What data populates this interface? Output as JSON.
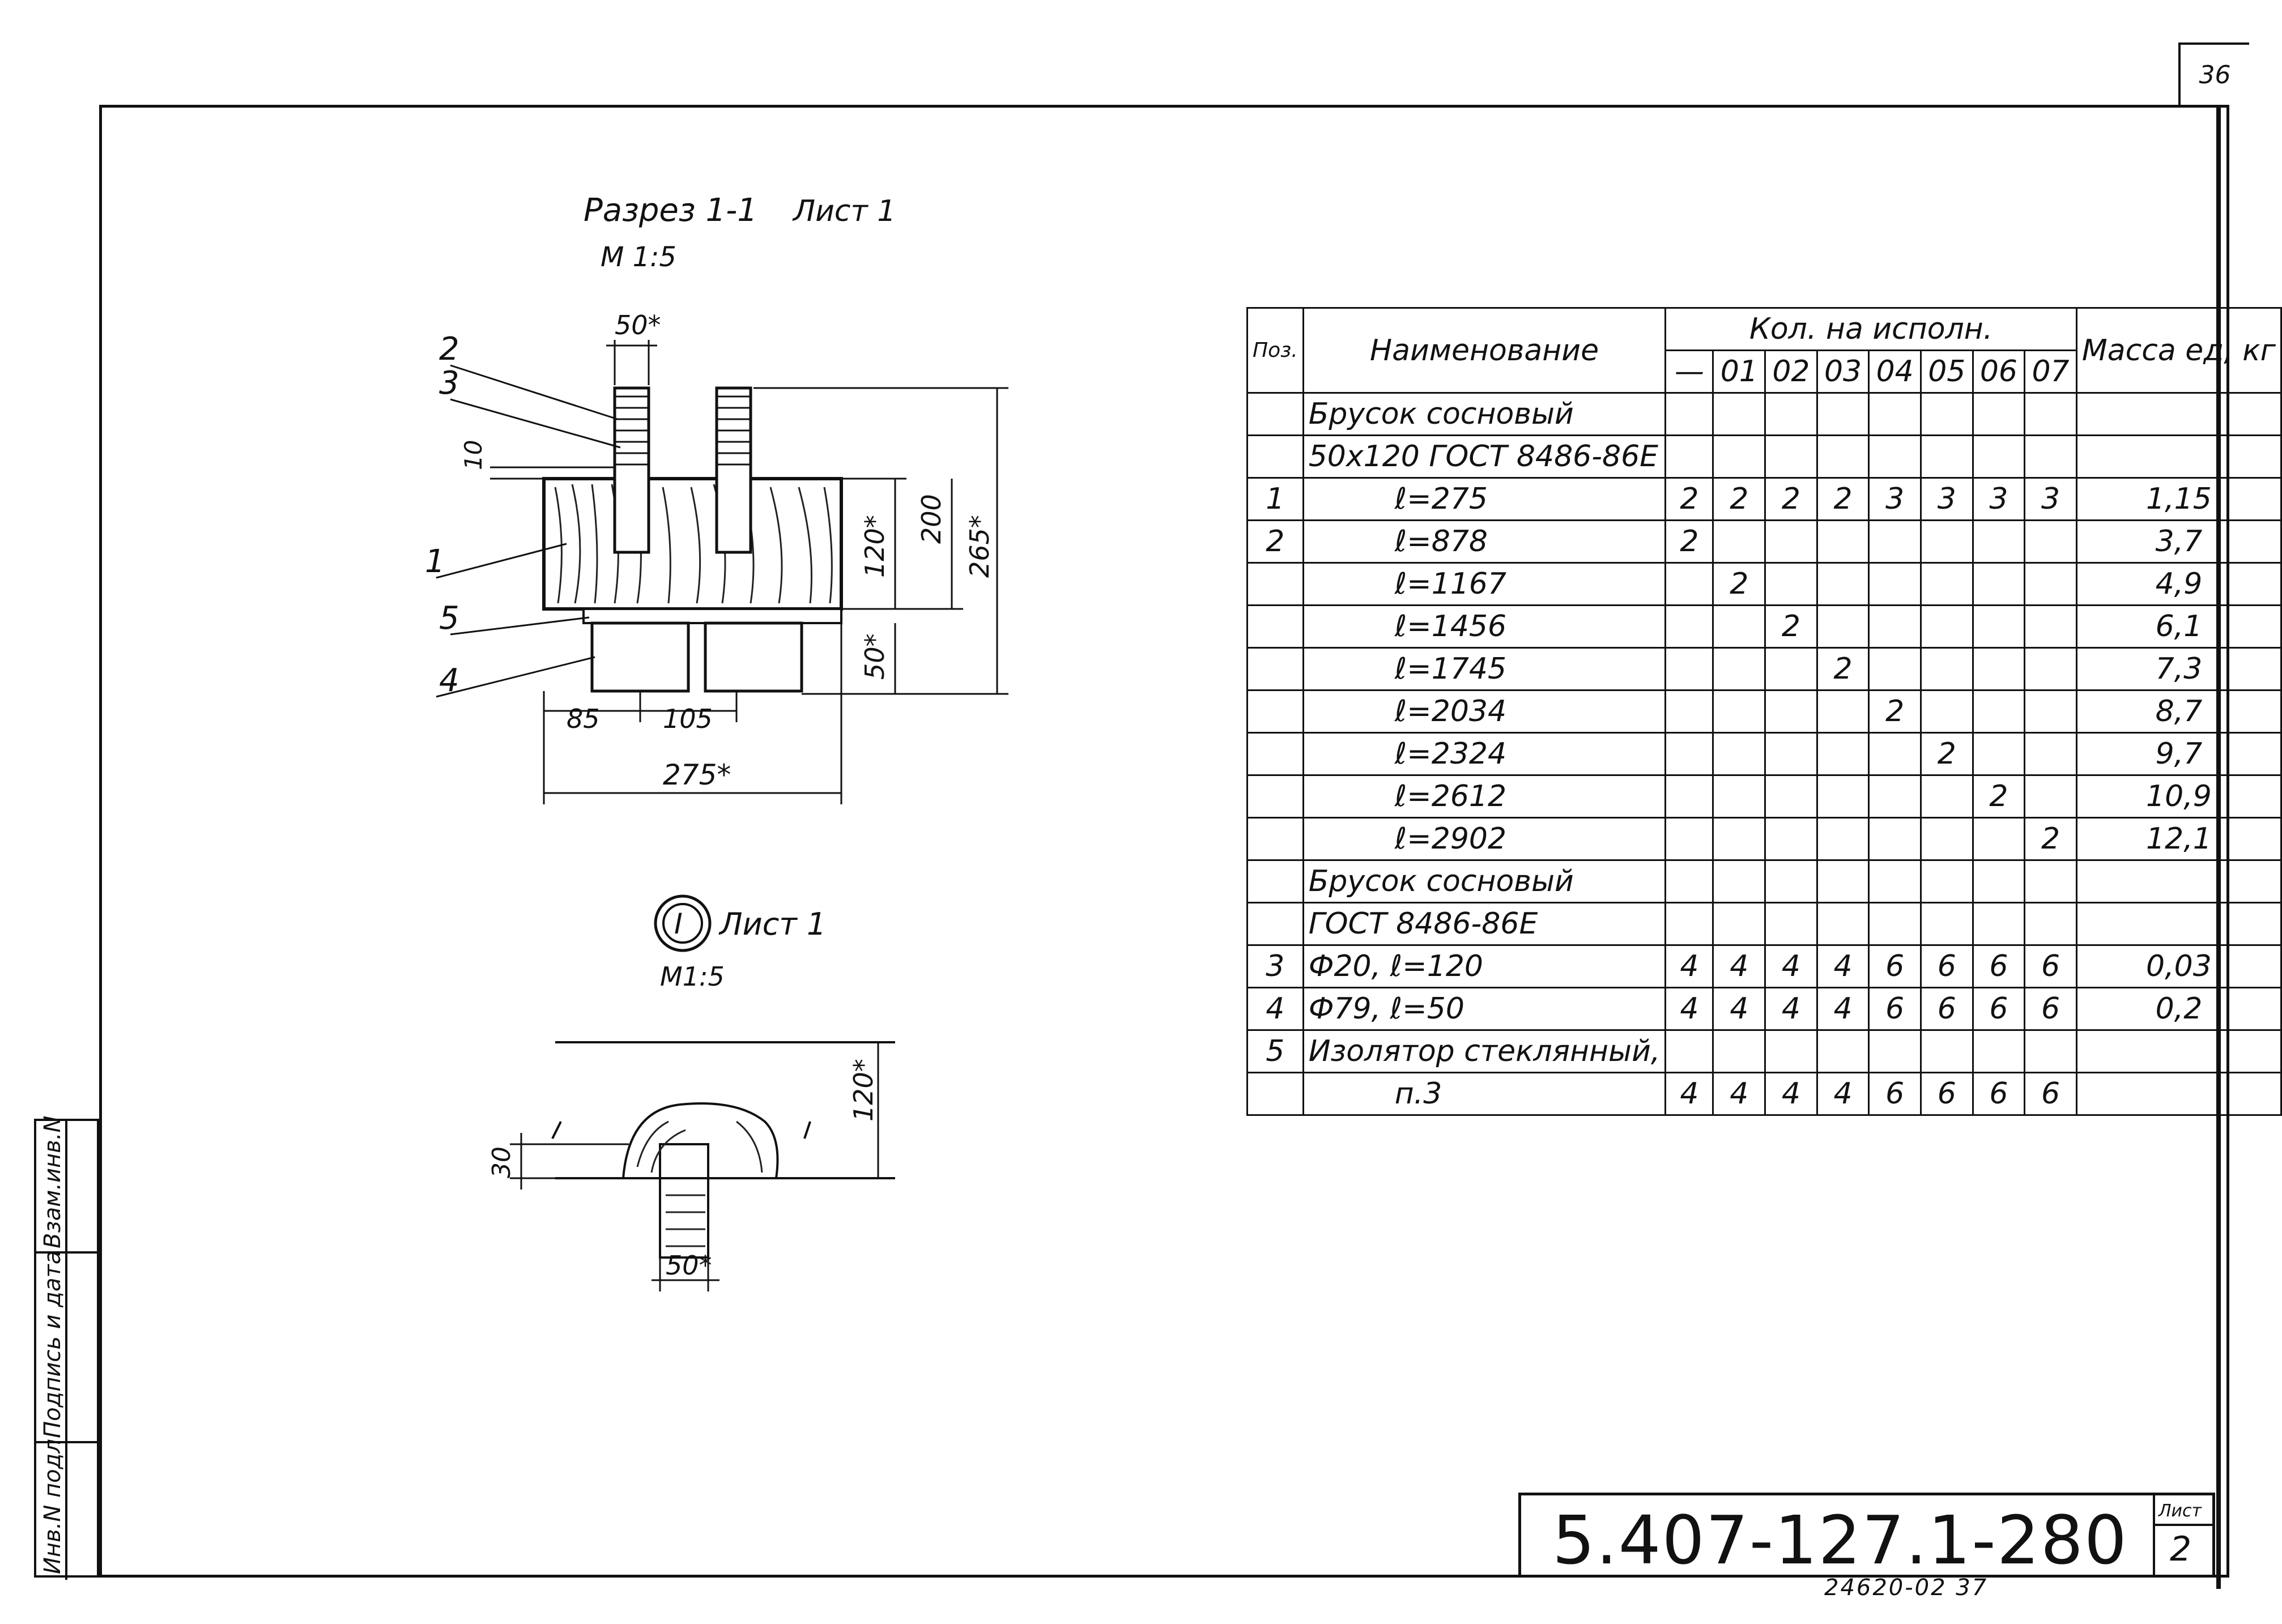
{
  "sheet_number_top": "36",
  "side_stamp": {
    "labels": [
      "Инв.N подл.",
      "Подпись и дата",
      "Взам.инв.N"
    ]
  },
  "drawing1": {
    "title": "Разрез 1-1",
    "sheet_ref": "Лист 1",
    "scale": "М 1:5",
    "callouts": [
      "2",
      "3",
      "1",
      "5",
      "4"
    ],
    "dims": {
      "top_width": "50*",
      "gap_10": "10",
      "h120": "120*",
      "h200": "200",
      "h265": "265*",
      "h50": "50*",
      "w85": "85",
      "w105": "105",
      "w275": "275*"
    }
  },
  "drawing2": {
    "marker": "I",
    "sheet_ref": "Лист 1",
    "scale": "М1:5",
    "dims": {
      "h30": "30",
      "h120": "120*",
      "w50": "50*"
    }
  },
  "spec_table": {
    "head_pos": "Поз.",
    "head_name": "Наименование",
    "head_qty": "Кол. на исполн.",
    "head_mass": "Масса ед, кг",
    "variants": [
      "—",
      "01",
      "02",
      "03",
      "04",
      "05",
      "06",
      "07"
    ],
    "rows": [
      {
        "pos": "",
        "name": "Брусок сосновый",
        "q": [
          "",
          "",
          "",
          "",
          "",
          "",
          "",
          ""
        ],
        "mass": "",
        "indent": false
      },
      {
        "pos": "",
        "name": "50х120 ГОСТ 8486-86Е",
        "q": [
          "",
          "",
          "",
          "",
          "",
          "",
          "",
          ""
        ],
        "mass": "",
        "indent": false
      },
      {
        "pos": "1",
        "name": "ℓ=275",
        "q": [
          "2",
          "2",
          "2",
          "2",
          "3",
          "3",
          "3",
          "3"
        ],
        "mass": "1,15",
        "indent": true
      },
      {
        "pos": "2",
        "name": "ℓ=878",
        "q": [
          "2",
          "",
          "",
          "",
          "",
          "",
          "",
          ""
        ],
        "mass": "3,7",
        "indent": true
      },
      {
        "pos": "",
        "name": "ℓ=1167",
        "q": [
          "",
          "2",
          "",
          "",
          "",
          "",
          "",
          ""
        ],
        "mass": "4,9",
        "indent": true
      },
      {
        "pos": "",
        "name": "ℓ=1456",
        "q": [
          "",
          "",
          "2",
          "",
          "",
          "",
          "",
          ""
        ],
        "mass": "6,1",
        "indent": true
      },
      {
        "pos": "",
        "name": "ℓ=1745",
        "q": [
          "",
          "",
          "",
          "2",
          "",
          "",
          "",
          ""
        ],
        "mass": "7,3",
        "indent": true
      },
      {
        "pos": "",
        "name": "ℓ=2034",
        "q": [
          "",
          "",
          "",
          "",
          "2",
          "",
          "",
          ""
        ],
        "mass": "8,7",
        "indent": true
      },
      {
        "pos": "",
        "name": "ℓ=2324",
        "q": [
          "",
          "",
          "",
          "",
          "",
          "2",
          "",
          ""
        ],
        "mass": "9,7",
        "indent": true
      },
      {
        "pos": "",
        "name": "ℓ=2612",
        "q": [
          "",
          "",
          "",
          "",
          "",
          "",
          "2",
          ""
        ],
        "mass": "10,9",
        "indent": true
      },
      {
        "pos": "",
        "name": "ℓ=2902",
        "q": [
          "",
          "",
          "",
          "",
          "",
          "",
          "",
          "2"
        ],
        "mass": "12,1",
        "indent": true
      },
      {
        "pos": "",
        "name": "Брусок сосновый",
        "q": [
          "",
          "",
          "",
          "",
          "",
          "",
          "",
          ""
        ],
        "mass": "",
        "indent": false
      },
      {
        "pos": "",
        "name": "ГОСТ 8486-86Е",
        "q": [
          "",
          "",
          "",
          "",
          "",
          "",
          "",
          ""
        ],
        "mass": "",
        "indent": false
      },
      {
        "pos": "3",
        "name": "Ф20, ℓ=120",
        "q": [
          "4",
          "4",
          "4",
          "4",
          "6",
          "6",
          "6",
          "6"
        ],
        "mass": "0,03",
        "indent": false
      },
      {
        "pos": "4",
        "name": "Ф79, ℓ=50",
        "q": [
          "4",
          "4",
          "4",
          "4",
          "6",
          "6",
          "6",
          "6"
        ],
        "mass": "0,2",
        "indent": false
      },
      {
        "pos": "5",
        "name": "Изолятор стеклянный,",
        "q": [
          "",
          "",
          "",
          "",
          "",
          "",
          "",
          ""
        ],
        "mass": "",
        "indent": false
      },
      {
        "pos": "",
        "name": "п.3",
        "q": [
          "4",
          "4",
          "4",
          "4",
          "6",
          "6",
          "6",
          "6"
        ],
        "mass": "",
        "indent": true
      }
    ]
  },
  "title_block": {
    "code": "5.407-127.1-280",
    "list_label": "Лист",
    "list_number": "2"
  },
  "bottom_code": "24620-02 37"
}
